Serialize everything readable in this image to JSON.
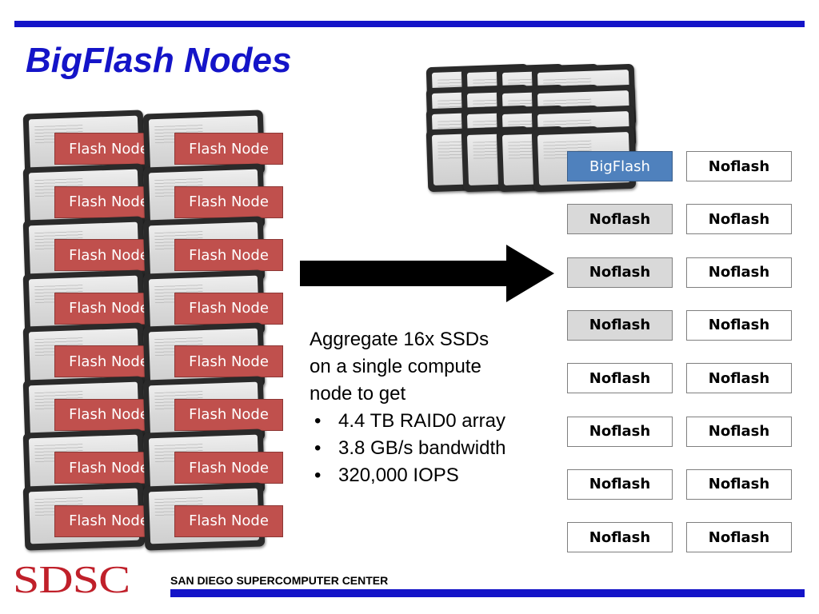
{
  "title": "BigFlash Nodes",
  "flash_node_label": "Flash Node",
  "flash_grid": {
    "rows": 8,
    "cols": 2
  },
  "node_grid": {
    "rows": [
      [
        "BigFlash",
        "Noflash"
      ],
      [
        "Noflash",
        "Noflash"
      ],
      [
        "Noflash",
        "Noflash"
      ],
      [
        "Noflash",
        "Noflash"
      ],
      [
        "Noflash",
        "Noflash"
      ],
      [
        "Noflash",
        "Noflash"
      ],
      [
        "Noflash",
        "Noflash"
      ],
      [
        "Noflash",
        "Noflash"
      ]
    ],
    "styles": [
      [
        "blue",
        "white"
      ],
      [
        "gray",
        "white"
      ],
      [
        "gray",
        "white"
      ],
      [
        "gray",
        "white"
      ],
      [
        "white",
        "white"
      ],
      [
        "white",
        "white"
      ],
      [
        "white",
        "white"
      ],
      [
        "white",
        "white"
      ]
    ]
  },
  "description": {
    "intro_lines": [
      "Aggregate 16x SSDs",
      "on a single compute",
      "node to get"
    ],
    "bullets": [
      "4.4 TB RAID0 array",
      "3.8 GB/s bandwidth",
      "320,000 IOPS"
    ]
  },
  "footer": {
    "logo": "SDSC",
    "organization": "SAN DIEGO SUPERCOMPUTER CENTER"
  },
  "colors": {
    "accent_blue": "#1414c8",
    "flash_node_red": "#c0504d",
    "bigflash_blue": "#4f81bd",
    "noflash_gray": "#d9d9d9",
    "logo_red": "#c0202a"
  }
}
